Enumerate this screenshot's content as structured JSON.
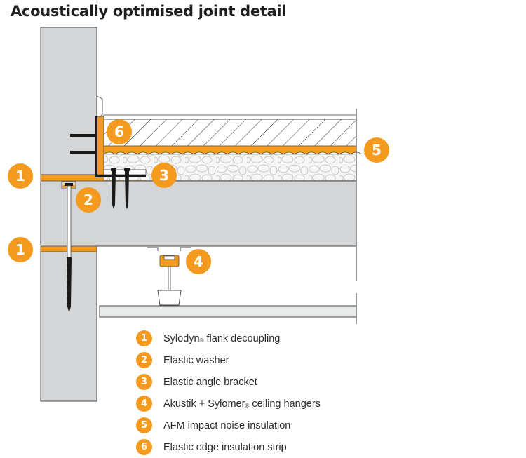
{
  "title": "Acoustically optimised joint detail",
  "colors": {
    "accent": "#f39a1f",
    "concrete": "#d4d5d7",
    "outline": "#4a4a4a",
    "screw": "#1a1a1a",
    "plasterboard": "#e9eaea"
  },
  "callouts": [
    {
      "id": "callout-1-upper",
      "number": "1"
    },
    {
      "id": "callout-1-lower",
      "number": "1"
    },
    {
      "id": "callout-2",
      "number": "2"
    },
    {
      "id": "callout-3",
      "number": "3"
    },
    {
      "id": "callout-4",
      "number": "4"
    },
    {
      "id": "callout-5",
      "number": "5"
    },
    {
      "id": "callout-6",
      "number": "6"
    }
  ],
  "legend": [
    {
      "number": "1",
      "label": "Sylodyn",
      "mark": "®",
      "suffix": " flank decoupling"
    },
    {
      "number": "2",
      "label": "Elastic washer",
      "mark": "",
      "suffix": ""
    },
    {
      "number": "3",
      "label": "Elastic angle bracket",
      "mark": "",
      "suffix": ""
    },
    {
      "number": "4",
      "label": "Akustik + Sylomer",
      "mark": "®",
      "suffix": " ceiling hangers"
    },
    {
      "number": "5",
      "label": "AFM impact noise insulation",
      "mark": "",
      "suffix": ""
    },
    {
      "number": "6",
      "label": "Elastic edge insulation strip",
      "mark": "",
      "suffix": ""
    }
  ]
}
